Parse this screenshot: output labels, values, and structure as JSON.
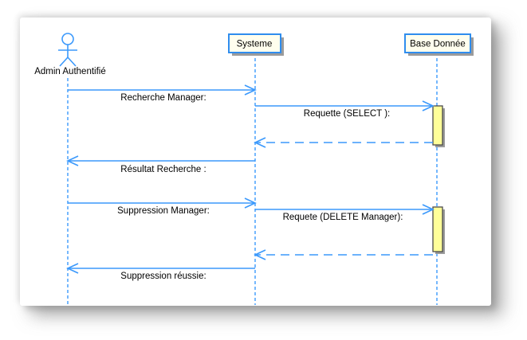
{
  "diagram_type": "uml-sequence-diagram",
  "actor": {
    "label": "Admin Authentifié"
  },
  "participants": [
    {
      "label": "Systeme"
    },
    {
      "label": "Base Donnée"
    }
  ],
  "messages": [
    {
      "label": "Recherche Manager:",
      "from": "Admin Authentifié",
      "to": "Systeme",
      "style": "solid"
    },
    {
      "label": "Requette (SELECT ):",
      "from": "Systeme",
      "to": "Base Donnée",
      "style": "solid"
    },
    {
      "label": "",
      "from": "Base Donnée",
      "to": "Systeme",
      "style": "dashed-return"
    },
    {
      "label": "Résultat Recherche :",
      "from": "Systeme",
      "to": "Admin Authentifié",
      "style": "solid"
    },
    {
      "label": "Suppression Manager:",
      "from": "Admin Authentifié",
      "to": "Systeme",
      "style": "solid"
    },
    {
      "label": "Requete (DELETE Manager):",
      "from": "Systeme",
      "to": "Base Donnée",
      "style": "solid"
    },
    {
      "label": "",
      "from": "Base Donnée",
      "to": "Systeme",
      "style": "dashed-return"
    },
    {
      "label": "Suppression réussie:",
      "from": "Systeme",
      "to": "Admin Authentifié",
      "style": "solid"
    }
  ],
  "activations": [
    {
      "on": "Base Donnée",
      "spans_messages": "Requette (SELECT ) → return"
    },
    {
      "on": "Base Donnée",
      "spans_messages": "Requete (DELETE Manager) → return"
    }
  ],
  "colors": {
    "arrow-blue": "#3b99fc",
    "box-fill": "#fffeee",
    "box-border": "#2f8dee",
    "activation-fill": "#ffff99",
    "activation-border": "#4a4a4a",
    "shadow-gray": "#9b9b9b",
    "text-color": "#000000"
  }
}
